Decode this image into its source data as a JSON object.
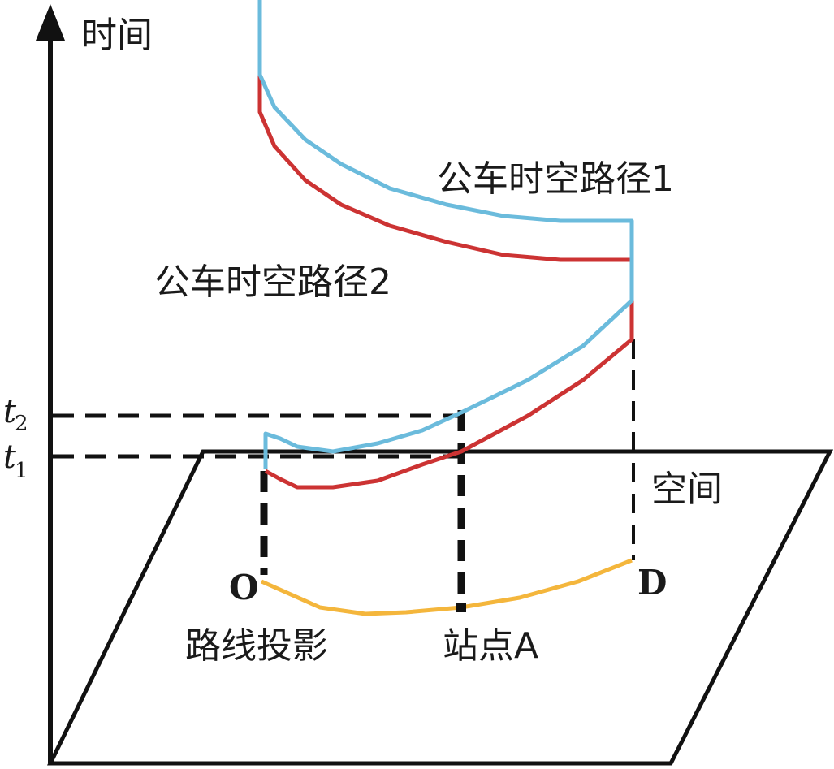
{
  "labels": {
    "time_axis": "时间",
    "space_label": "空间",
    "path1": "公车时空路径1",
    "path2": "公车时空路径2",
    "t2_main": "t",
    "t2_sub": "2",
    "t1_main": "t",
    "t1_sub": "1",
    "origin": "O",
    "destination": "D",
    "route_projection": "路线投影",
    "station_a": "站点A"
  },
  "colors": {
    "path1": "#6bbbdc",
    "path2": "#cc3333",
    "projection": "#f4b63c",
    "lines": "#111111"
  }
}
